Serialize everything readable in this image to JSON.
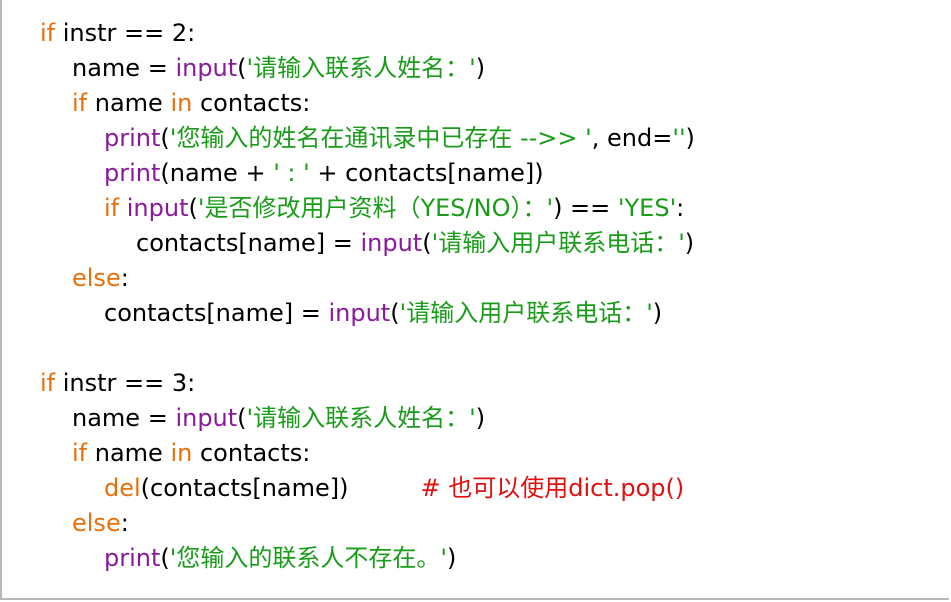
{
  "code_lines": [
    {
      "indent": 0,
      "tokens": [
        {
          "t": "if",
          "c": "kw"
        },
        {
          "t": " instr == 2:",
          "c": "tx"
        }
      ]
    },
    {
      "indent": 1,
      "tokens": [
        {
          "t": "name = ",
          "c": "tx"
        },
        {
          "t": "input",
          "c": "fn"
        },
        {
          "t": "(",
          "c": "tx"
        },
        {
          "t": "'请输入联系人姓名：'",
          "c": "str"
        },
        {
          "t": ")",
          "c": "tx"
        }
      ]
    },
    {
      "indent": 1,
      "tokens": [
        {
          "t": "if",
          "c": "kw"
        },
        {
          "t": " name ",
          "c": "tx"
        },
        {
          "t": "in",
          "c": "kw"
        },
        {
          "t": " contacts:",
          "c": "tx"
        }
      ]
    },
    {
      "indent": 2,
      "tokens": [
        {
          "t": "print",
          "c": "fn"
        },
        {
          "t": "(",
          "c": "tx"
        },
        {
          "t": "'您输入的姓名在通讯录中已存在 -->> '",
          "c": "str"
        },
        {
          "t": ", end=",
          "c": "tx"
        },
        {
          "t": "''",
          "c": "str"
        },
        {
          "t": ")",
          "c": "tx"
        }
      ]
    },
    {
      "indent": 2,
      "tokens": [
        {
          "t": "print",
          "c": "fn"
        },
        {
          "t": "(name + ",
          "c": "tx"
        },
        {
          "t": "' : '",
          "c": "str"
        },
        {
          "t": " + contacts[name])",
          "c": "tx"
        }
      ]
    },
    {
      "indent": 2,
      "tokens": [
        {
          "t": "if",
          "c": "kw"
        },
        {
          "t": " ",
          "c": "tx"
        },
        {
          "t": "input",
          "c": "fn"
        },
        {
          "t": "(",
          "c": "tx"
        },
        {
          "t": "'是否修改用户资料（YES/NO）：'",
          "c": "str"
        },
        {
          "t": ") == ",
          "c": "tx"
        },
        {
          "t": "'YES'",
          "c": "str"
        },
        {
          "t": ":",
          "c": "tx"
        }
      ]
    },
    {
      "indent": 3,
      "tokens": [
        {
          "t": "contacts[name] = ",
          "c": "tx"
        },
        {
          "t": "input",
          "c": "fn"
        },
        {
          "t": "(",
          "c": "tx"
        },
        {
          "t": "'请输入用户联系电话：'",
          "c": "str"
        },
        {
          "t": ")",
          "c": "tx"
        }
      ]
    },
    {
      "indent": 1,
      "tokens": [
        {
          "t": "else",
          "c": "kw"
        },
        {
          "t": ":",
          "c": "tx"
        }
      ]
    },
    {
      "indent": 2,
      "tokens": [
        {
          "t": "contacts[name] = ",
          "c": "tx"
        },
        {
          "t": "input",
          "c": "fn"
        },
        {
          "t": "(",
          "c": "tx"
        },
        {
          "t": "'请输入用户联系电话：'",
          "c": "str"
        },
        {
          "t": ")",
          "c": "tx"
        }
      ]
    },
    {
      "blank": true
    },
    {
      "indent": 0,
      "tokens": [
        {
          "t": "if",
          "c": "kw"
        },
        {
          "t": " instr == 3:",
          "c": "tx"
        }
      ]
    },
    {
      "indent": 1,
      "tokens": [
        {
          "t": "name = ",
          "c": "tx"
        },
        {
          "t": "input",
          "c": "fn"
        },
        {
          "t": "(",
          "c": "tx"
        },
        {
          "t": "'请输入联系人姓名：'",
          "c": "str"
        },
        {
          "t": ")",
          "c": "tx"
        }
      ]
    },
    {
      "indent": 1,
      "tokens": [
        {
          "t": "if",
          "c": "kw"
        },
        {
          "t": " name ",
          "c": "tx"
        },
        {
          "t": "in",
          "c": "kw"
        },
        {
          "t": " contacts:",
          "c": "tx"
        }
      ]
    },
    {
      "indent": 2,
      "tokens": [
        {
          "t": "del",
          "c": "kw"
        },
        {
          "t": "(contacts[name])",
          "c": "tx"
        },
        {
          "t": "# 也可以使用dict.pop()",
          "c": "cm"
        }
      ]
    },
    {
      "indent": 1,
      "tokens": [
        {
          "t": "else",
          "c": "kw"
        },
        {
          "t": ":",
          "c": "tx"
        }
      ]
    },
    {
      "indent": 2,
      "tokens": [
        {
          "t": "print",
          "c": "fn"
        },
        {
          "t": "(",
          "c": "tx"
        },
        {
          "t": "'您输入的联系人不存在。'",
          "c": "str"
        },
        {
          "t": ")",
          "c": "tx"
        }
      ]
    }
  ],
  "colors": {
    "keyword": "#e8700a",
    "builtin": "#8a1a9c",
    "string": "#1a9c1a",
    "comment": "#e01010",
    "text": "#000000"
  }
}
